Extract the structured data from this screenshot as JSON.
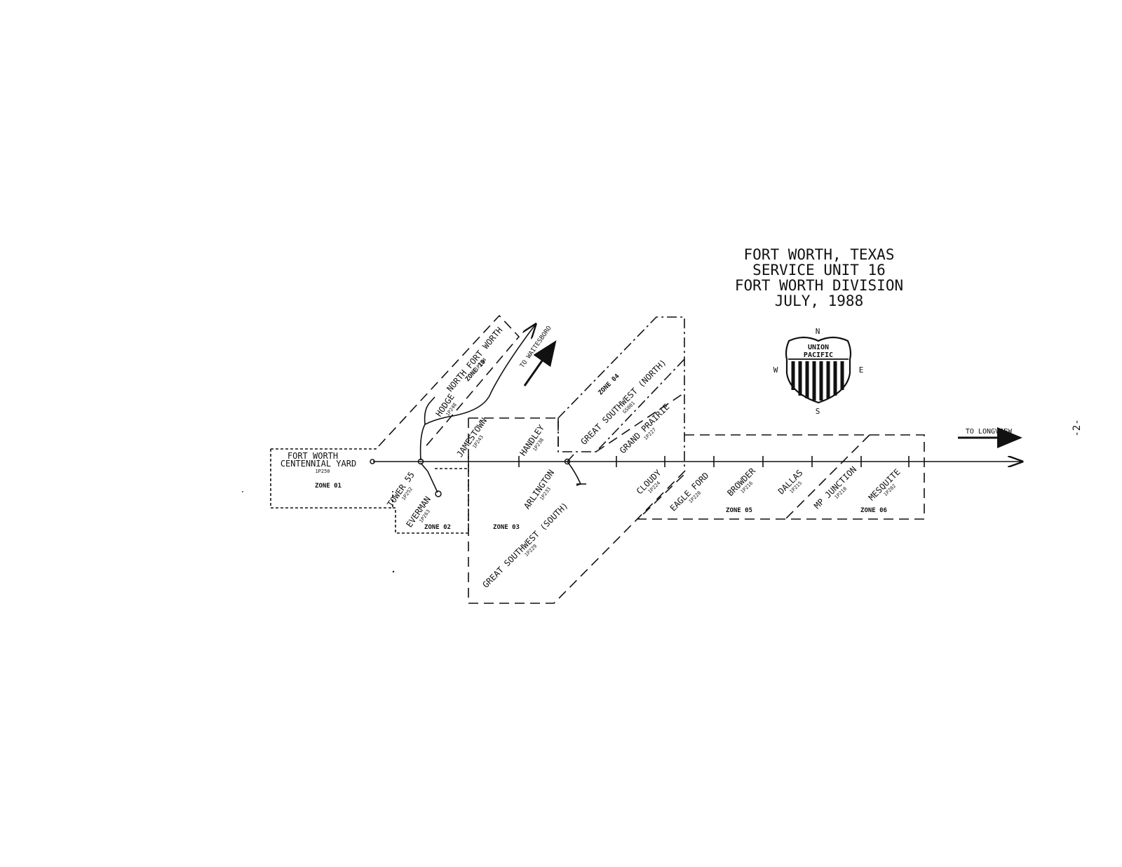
{
  "title_lines": [
    "FORT WORTH, TEXAS",
    "SERVICE UNIT 16",
    "FORT WORTH DIVISION",
    "JULY, 1988"
  ],
  "page_number": "-2-",
  "logo": {
    "line1": "UNION",
    "line2": "PACIFIC"
  },
  "compass": {
    "n": "N",
    "s": "S",
    "e": "E",
    "w": "W"
  },
  "directions": {
    "longview": "TO LONGVIEW",
    "waitesboro": "TO WAITESBORO"
  },
  "stations": {
    "fort_worth_1": "FORT WORTH",
    "fort_worth_2": "CENTENNIAL YARD",
    "fort_worth_code": "1P250",
    "tower55": "TOWER 55",
    "tower55_code": "1P252",
    "everman": "EVERMAN",
    "everman_code": "1P263",
    "hodge": "HODGE",
    "hodge_code": "1P248",
    "north_fw": "NORTH FORT WORTH",
    "north_fw_code": "1P254",
    "jamestown": "JAMESTOWN",
    "jamestown_code": "1P243",
    "handley": "HANDLEY",
    "handley_code": "1P238",
    "arlington": "ARLINGTON",
    "arlington_code": "1P233",
    "gsw_north": "GREAT SOUTHWEST (NORTH)",
    "gsw_north_code": "GS001",
    "gsw_south": "GREAT SOUTHWEST (SOUTH)",
    "gsw_south_code": "1P229",
    "grand_prairie": "GRAND PRAIRIE",
    "grand_prairie_code": "1P227",
    "cloudy": "CLOUDY",
    "cloudy_code": "1P224",
    "eagle_ford": "EAGLE FORD",
    "eagle_ford_code": "1P220",
    "browder": "BROWDER",
    "browder_code": "1P216",
    "dallas": "DALLAS",
    "dallas_code": "1P215",
    "mp_junction": "MP JUNCTION",
    "mp_junction_code": "1P210",
    "mesquite": "MESQUITE",
    "mesquite_code": "1P202"
  },
  "zones": {
    "z01": "ZONE 01",
    "z02": "ZONE 02",
    "z03": "ZONE 03",
    "z04": "ZONE 04",
    "z05": "ZONE 05",
    "z06": "ZONE 06",
    "z10": "ZONE 10"
  },
  "colors": {
    "ink": "#111111",
    "paper": "#ffffff"
  }
}
